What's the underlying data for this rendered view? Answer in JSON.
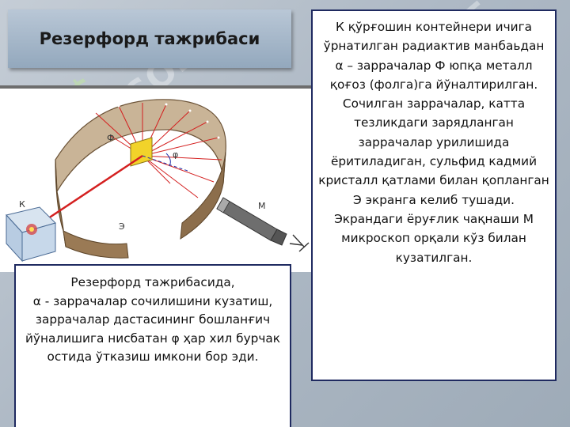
{
  "title": "Резерфорд тажрибаси",
  "right_text": [
    "К қўрғошин контейнери ичига ўрнатилган радиактив манбаьдан",
    "α – заррачалар  Ф юпқа металл қоғоз (фолга)га йўналтирилган.",
    "Сочилган заррачалар, катта тезликдаги зарядланган заррачалар урилишида ёритиладиган, сульфид кадмий кристалл қатлами билан қопланган Э экранга келиб тушади.",
    "Экрандаги ёруғлик чақнаши М микроскоп орқали кўз билан кузатилган."
  ],
  "bottom_text": [
    "Резерфорд тажрибасида,",
    "α - заррачалар сочилишини кузатиш, заррачалар дастасининг бошланғич йўналишига нисбатан  φ ҳар хил бурчак остида ўтказиш имкони бор эди."
  ],
  "diagram_labels": {
    "foil": "Ф",
    "angle": "φ",
    "container": "К",
    "microscope": "М",
    "screen": "Э"
  },
  "watermark": "SOFT",
  "colors": {
    "border": "#1f2a60",
    "beam": "#d42020",
    "screen": "#9a7a55"
  }
}
